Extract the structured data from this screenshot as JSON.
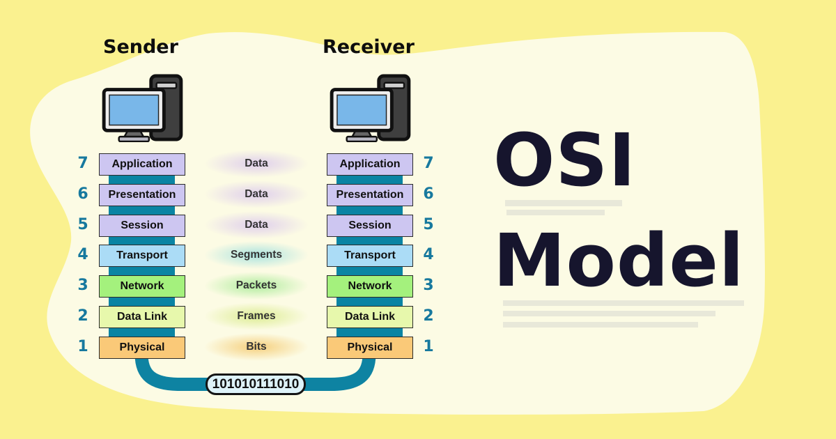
{
  "diagram_title": {
    "line1": "OSI",
    "line2": "Model"
  },
  "columns": {
    "sender_label": "Sender",
    "receiver_label": "Receiver"
  },
  "layers": [
    {
      "number": "7",
      "name": "Application",
      "pdu": "Data",
      "box_color": "#cdc6f1",
      "glow_color": "#dfcfec"
    },
    {
      "number": "6",
      "name": "Presentation",
      "pdu": "Data",
      "box_color": "#cdc6f1",
      "glow_color": "#dfcfec"
    },
    {
      "number": "5",
      "name": "Session",
      "pdu": "Data",
      "box_color": "#cdc6f1",
      "glow_color": "#dfcfec"
    },
    {
      "number": "4",
      "name": "Transport",
      "pdu": "Segments",
      "box_color": "#abdcf6",
      "glow_color": "#a9e3df"
    },
    {
      "number": "3",
      "name": "Network",
      "pdu": "Packets",
      "box_color": "#a4f17d",
      "glow_color": "#aeec9c"
    },
    {
      "number": "2",
      "name": "Data Link",
      "pdu": "Frames",
      "box_color": "#e7f8ac",
      "glow_color": "#dcec92"
    },
    {
      "number": "1",
      "name": "Physical",
      "pdu": "Bits",
      "box_color": "#fac978",
      "glow_color": "#f5cf7c"
    }
  ],
  "transmission": {
    "binary_text": "101010111010"
  },
  "colors": {
    "background": "#faf18f",
    "blob": "#fcfbe4",
    "spine": "#0a84a3",
    "pipe": "#0e83a2",
    "number_text": "#17799e",
    "title_text": "#16152d",
    "binary_fill": "#def3f9",
    "underline_bar": "#e8e8d9"
  }
}
